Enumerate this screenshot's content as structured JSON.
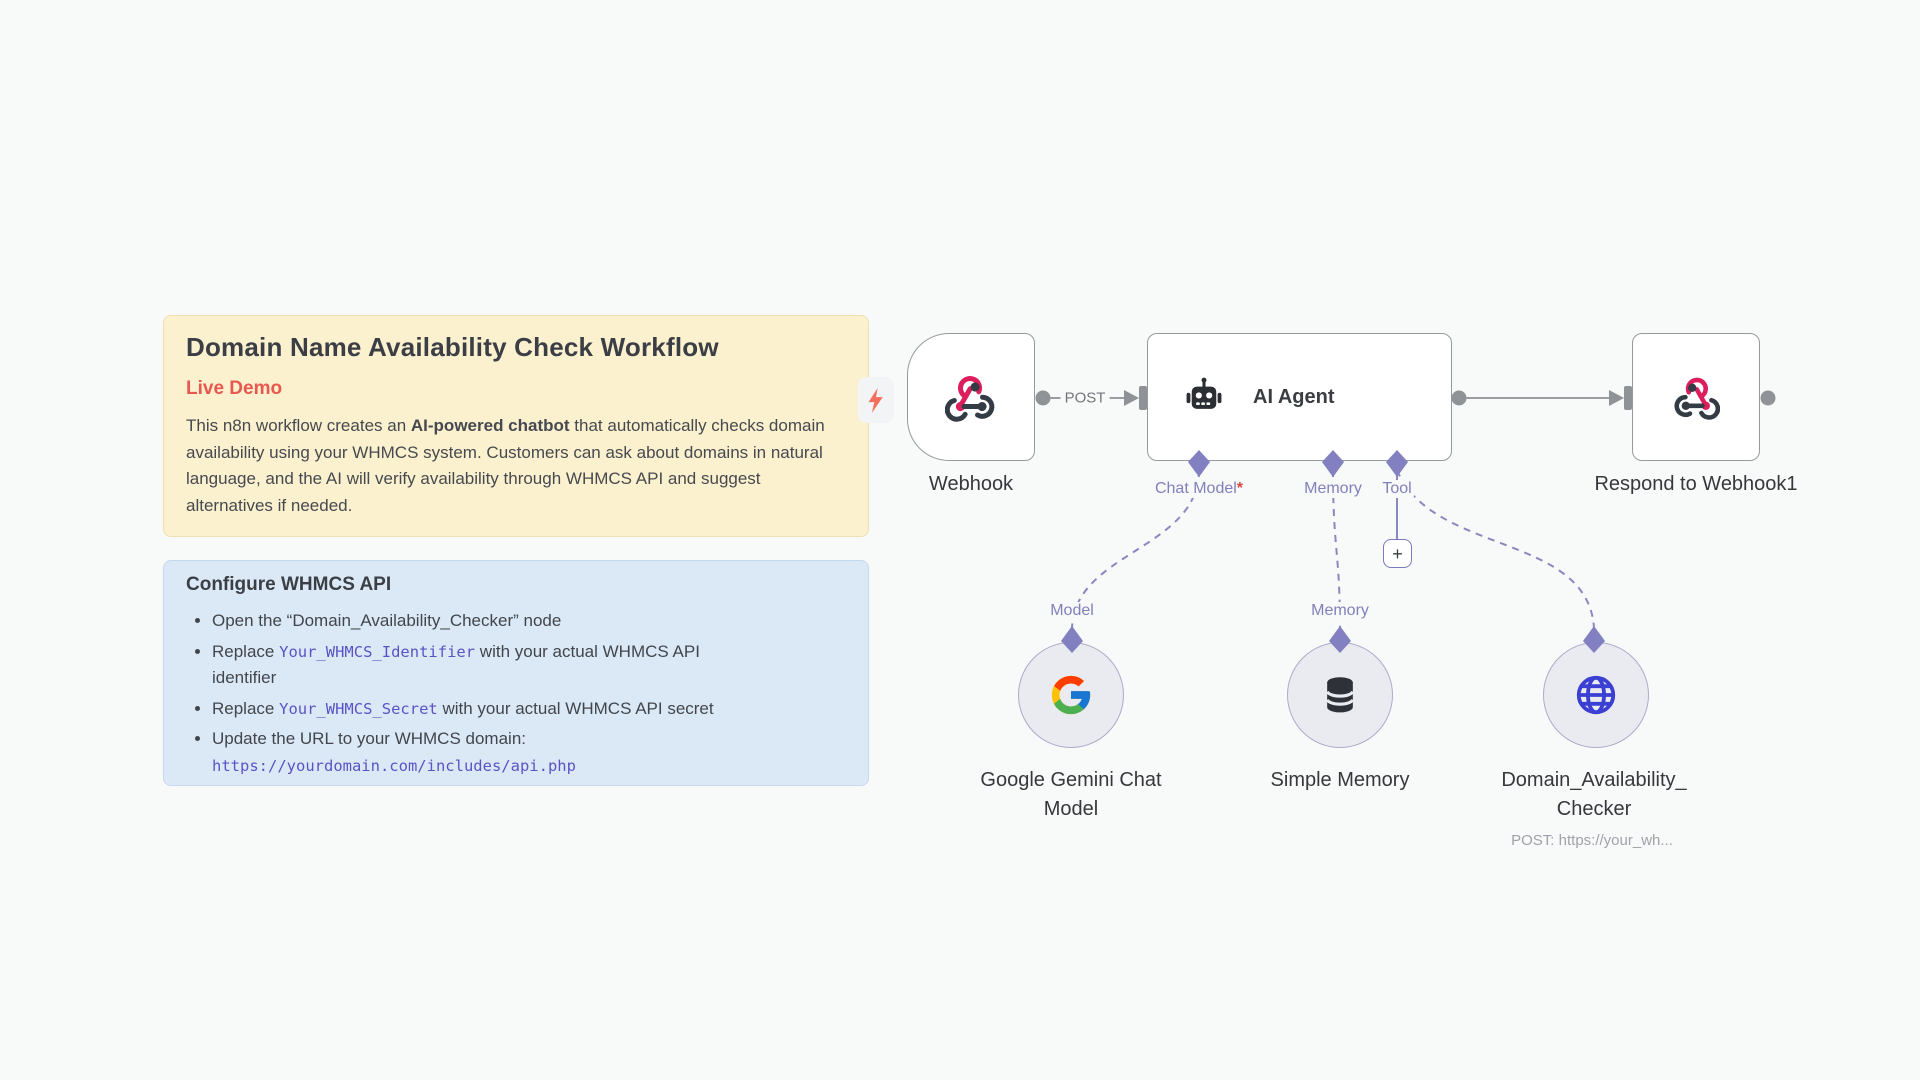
{
  "colors": {
    "canvas": "#f8f9f9",
    "node_border": "#97999d",
    "connector_gray": "#8f9296",
    "connector_indigo": "#8a88bf",
    "diamond": "#8280c0",
    "sticky_yellow_bg": "#fbf1cf",
    "sticky_blue_bg": "#dbe9f6",
    "code_violet": "#5b53c5",
    "live_demo_red": "#e8584e",
    "bolt_coral": "#f4705c",
    "globe_blue": "#3b3fd2",
    "webhook_pink": "#dc1e5d",
    "icon_dark": "#333c45"
  },
  "sticky_yellow": {
    "title": "Domain Name Availability Check Workflow",
    "subtitle": "Live Demo",
    "body": {
      "pre": "This n8n workflow creates an ",
      "bold": "AI-powered chatbot",
      "post": " that automatically checks domain availability using your WHMCS system. Customers can ask about domains in natural language, and the AI will verify availability through WHMCS API and suggest alternatives if needed."
    }
  },
  "sticky_blue": {
    "title": "Configure WHMCS API",
    "bullets": [
      {
        "pre": "Open the “Domain_Availability_Checker” node",
        "code": "",
        "post": "",
        "post2": "",
        "code_line": ""
      },
      {
        "pre": "Replace ",
        "code": "Your_WHMCS_Identifier",
        "post": " with your actual WHMCS API",
        "post2": "identifier",
        "code_line": ""
      },
      {
        "pre": "Replace ",
        "code": "Your_WHMCS_Secret",
        "post": " with your actual WHMCS API secret",
        "post2": "",
        "code_line": ""
      },
      {
        "pre": "Update the URL to your WHMCS domain:",
        "code": "",
        "post": "",
        "post2": "",
        "code_line": "https://yourdomain.com/includes/api.php"
      }
    ]
  },
  "workflow": {
    "webhook": {
      "label": "Webhook"
    },
    "agent": {
      "label": "AI Agent"
    },
    "respond": {
      "label": "Respond to Webhook1"
    },
    "gemini": {
      "line1": "Google Gemini Chat",
      "line2": "Model"
    },
    "simple_memory": {
      "label": "Simple Memory"
    },
    "checker": {
      "line1": "Domain_Availability_",
      "line2": "Checker",
      "sub": "POST: https://your_wh..."
    },
    "ports": {
      "post": "POST",
      "chat_model": "Chat Model",
      "required": "*",
      "memory": "Memory",
      "tool": "Tool",
      "model": "Model",
      "memory_top": "Memory",
      "add_tool": "+"
    }
  }
}
